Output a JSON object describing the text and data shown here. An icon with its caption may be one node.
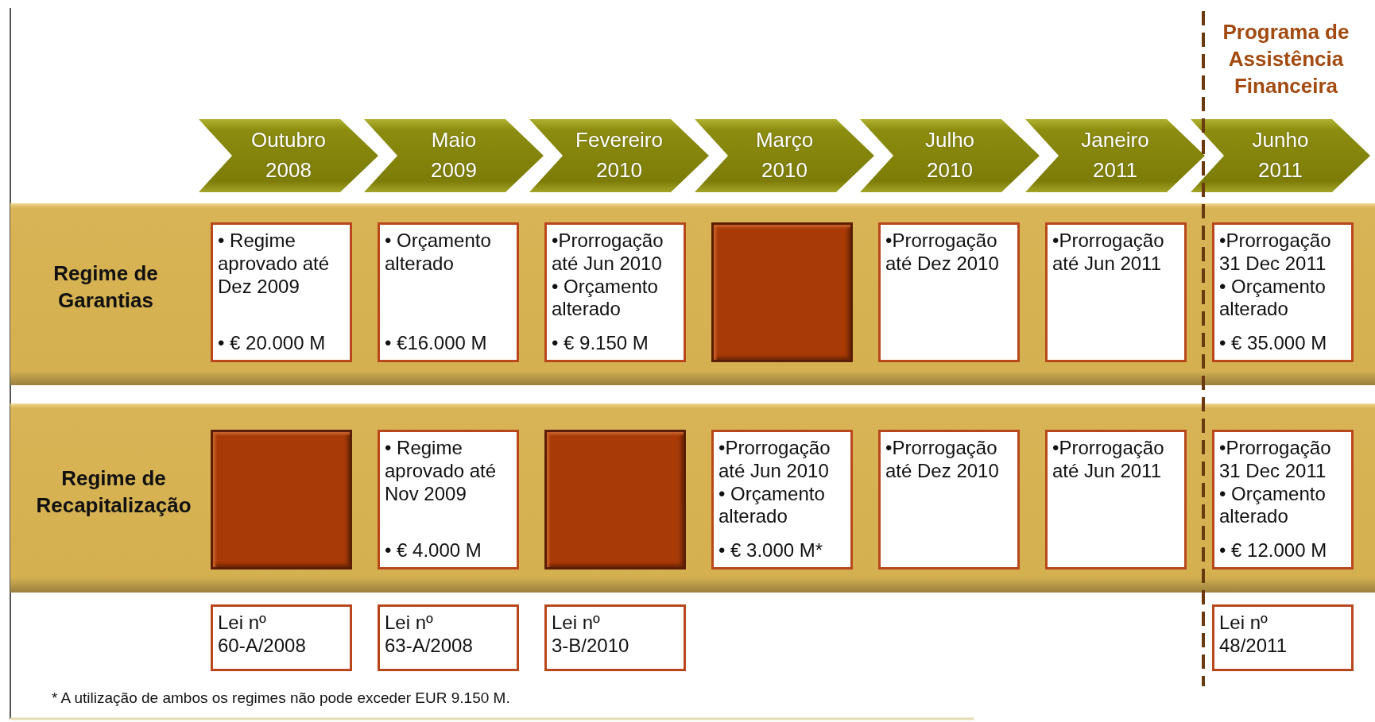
{
  "diagram": {
    "caption": "* A utilização de ambos os regimes não pode exceder EUR 9.150 M.",
    "nodes": [
      {
        "text": [
          "Outubro 2008"
        ]
      },
      {
        "text": [
          "Maio 2009"
        ]
      },
      {
        "text": [
          "Fevereiro 2010"
        ]
      },
      {
        "text": [
          "Março 2010"
        ]
      },
      {
        "text": [
          "Julho 2010"
        ]
      },
      {
        "text": [
          "Janeiro 2011"
        ]
      },
      {
        "text": [
          "Junho 2011"
        ]
      },
      {
        "text": [
          "Regime de Garantias"
        ]
      },
      {
        "text": [
          "• Regime aprovado até Dez 2009",
          "• € 20.000 M"
        ],
        "in": 7
      },
      {
        "text": [
          "• Orçamento alterado",
          "• €16.000 M"
        ],
        "in": 7
      },
      {
        "text": [
          "•Prorrogação até Jun 2010",
          "• Orçamento alterado",
          "• € 9.150 M"
        ],
        "in": 7
      },
      {
        "text": [],
        "shape": "box",
        "in": 7
      },
      {
        "text": [
          "•Prorrogação até Dez 2010"
        ],
        "in": 7
      },
      {
        "text": [
          "•Prorrogação até Jun 2011"
        ],
        "in": 7
      },
      {
        "text": [
          "•Prorrogação 31 Dec 2011",
          "• Orçamento alterado",
          "• € 35.000 M"
        ],
        "in": 7
      },
      {
        "text": [
          "Regime de Recapitalização"
        ]
      },
      {
        "text": [],
        "shape": "box",
        "in": 15
      },
      {
        "text": [
          "• Regime aprovado até Nov 2009",
          "• € 4.000 M"
        ],
        "in": 15
      },
      {
        "text": [],
        "shape": "box",
        "in": 15
      },
      {
        "text": [
          "•Prorrogação até Jun 2010",
          "• Orçamento alterado",
          "• € 3.000 M*"
        ],
        "in": 15
      },
      {
        "text": [
          "•Prorrogação até Dez 2010"
        ],
        "in": 15
      },
      {
        "text": [
          "•Prorrogação até Jun 2011"
        ],
        "in": 15
      },
      {
        "text": [
          "•Prorrogação 31 Dec 2011",
          "• Orçamento alterado",
          "• € 12.000 M"
        ],
        "in": 15
      },
      {
        "text": [
          "Lei nº 60-A/2008"
        ]
      },
      {
        "text": [
          "Lei nº 63-A/2008"
        ]
      },
      {
        "text": [
          "Lei nº 3-B/2010"
        ]
      },
      {
        "text": [
          "Lei nº 48/2011"
        ]
      }
    ],
    "labels": [
      "Programa de Assistência Financeira"
    ]
  }
}
